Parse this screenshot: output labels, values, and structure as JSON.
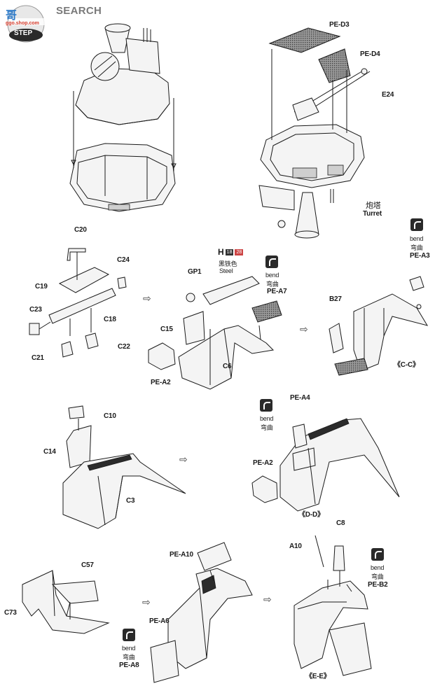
{
  "header": {
    "logo_cn": "哥",
    "logo_site": "ggo.shop.com",
    "logo_step": "STEP",
    "search": "SEARCH"
  },
  "turret": {
    "label_cn": "炮塔",
    "label_en": "Turret",
    "parts": {
      "d3": "PE-D3",
      "d4": "PE-D4",
      "e24": "E24"
    }
  },
  "step_c": {
    "parts": {
      "c20": "C20",
      "c24": "C24",
      "c19": "C19",
      "c23": "C23",
      "c18": "C18",
      "c21": "C21",
      "c22": "C22",
      "gp1": "GP1",
      "c15": "C15",
      "c6": "C6",
      "pea2": "PE-A2",
      "pea7": "PE-A7",
      "pea3": "PE-A3",
      "b27": "B27"
    },
    "paint_code": "H",
    "paint_num1": "18",
    "paint_num2": "28",
    "paint_cn": "黑铁色",
    "paint_en": "Steel",
    "bend_en": "bend",
    "bend_cn": "弯曲",
    "result": "《C-C》"
  },
  "step_d": {
    "parts": {
      "c10": "C10",
      "c14": "C14",
      "c3": "C3",
      "pea4": "PE-A4",
      "pea2": "PE-A2"
    },
    "bend_en": "bend",
    "bend_cn": "弯曲",
    "result": "《D-D》"
  },
  "step_e": {
    "parts": {
      "c57": "C57",
      "c73": "C73",
      "pea10": "PE-A10",
      "pea6": "PE-A6",
      "pea8": "PE-A8",
      "a10": "A10",
      "c8": "C8",
      "peb2": "PE-B2"
    },
    "bend_en": "bend",
    "bend_cn": "弯曲",
    "result": "《E-E》"
  },
  "icons": {
    "bend": "bend-icon",
    "arrow": "step-arrow-icon"
  },
  "colors": {
    "logo_blue": "#2d7ac8",
    "logo_red": "#d53a2a",
    "ink": "#1a1a1a",
    "search_grey": "#7a7a7a"
  }
}
